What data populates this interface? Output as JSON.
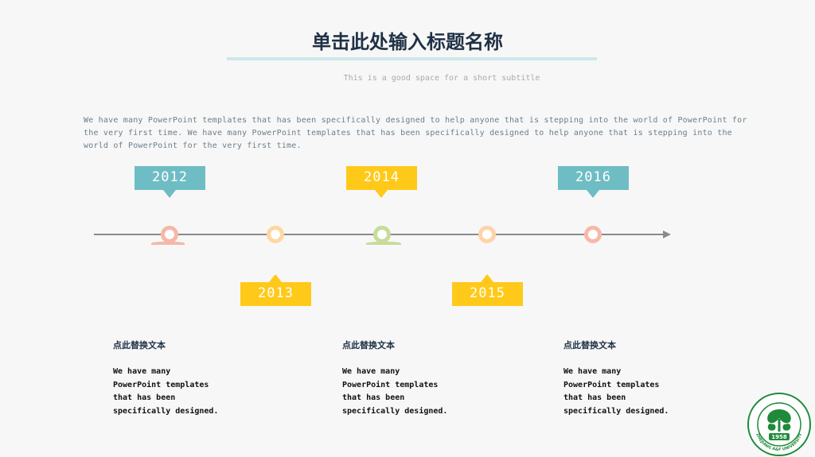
{
  "header": {
    "title": "单击此处输入标题名称",
    "subtitle": "This is a good space for a short subtitle"
  },
  "intro": "We have many PowerPoint templates that has been specifically designed to help anyone that is stepping into the world of PowerPoint for the very first time. We have many PowerPoint templates that has been specifically designed to help anyone that is stepping into the world of PowerPoint for the very first time.",
  "timeline": {
    "years": [
      "2012",
      "2013",
      "2014",
      "2015",
      "2016"
    ],
    "callout_colors": [
      "#6fbdc4",
      "#ffc91a",
      "#ffc91a",
      "#ffc91a",
      "#6fbdc4"
    ],
    "node_colors": [
      "#f5b8a8",
      "#ffd7a0",
      "#c6dc98",
      "#ffd2a8",
      "#f7b8aa"
    ],
    "axis_color": "#8a8a8a"
  },
  "columns": [
    {
      "title": "点此替换文本",
      "body": "We have many\nPowerPoint templates\nthat has been\nspecifically designed."
    },
    {
      "title": "点此替换文本",
      "body": "We have many\nPowerPoint templates\nthat has been\nspecifically designed."
    },
    {
      "title": "点此替换文本",
      "body": "We have many\nPowerPoint templates\nthat has been\nspecifically designed."
    }
  ],
  "logo": {
    "icon": "ginkgo-seal-icon",
    "year": "1958",
    "text": "ZHEJIANG A&F UNIVERSITY",
    "color": "#1e8a3a"
  }
}
